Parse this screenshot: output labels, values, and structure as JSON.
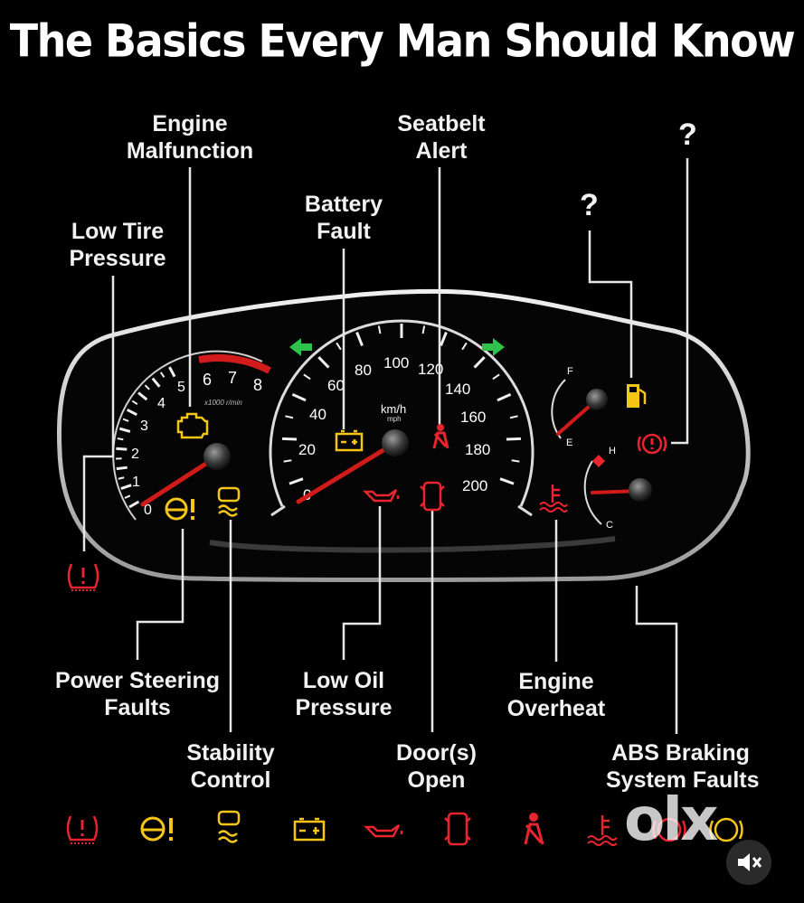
{
  "title": "The Basics Every Man Should Know",
  "labels": {
    "engine_malfunction": [
      "Engine",
      "Malfunction"
    ],
    "seatbelt_alert": [
      "Seatbelt",
      "Alert"
    ],
    "battery_fault": [
      "Battery",
      "Fault"
    ],
    "low_tire_pressure": [
      "Low Tire",
      "Pressure"
    ],
    "power_steering_faults": [
      "Power Steering",
      "Faults"
    ],
    "stability_control": [
      "Stability",
      "Control"
    ],
    "low_oil_pressure": [
      "Low Oil",
      "Pressure"
    ],
    "doors_open": [
      "Door(s)",
      "Open"
    ],
    "engine_overheat": [
      "Engine",
      "Overheat"
    ],
    "abs_braking_system_faults": [
      "ABS Braking",
      "System Faults"
    ],
    "unknown_fuel": "?",
    "unknown_brake": "?"
  },
  "tachometer": {
    "ticks": [
      "0",
      "1",
      "2",
      "3",
      "4",
      "5",
      "6",
      "7",
      "8"
    ],
    "unit": "x1000 r/min"
  },
  "speedometer": {
    "ticks": [
      "0",
      "20",
      "40",
      "60",
      "80",
      "100",
      "120",
      "140",
      "160",
      "180",
      "200"
    ],
    "unit_top": "km/h",
    "unit_bottom": "mph"
  },
  "fuel_gauge": {
    "full": "F",
    "empty": "E"
  },
  "temp_gauge": {
    "hot": "H",
    "cold": "C"
  },
  "watermark": "olx",
  "colors": {
    "amber": "#f5c518",
    "red": "#e8252e",
    "green": "#2ec24a",
    "needle": "#d11a1a"
  }
}
